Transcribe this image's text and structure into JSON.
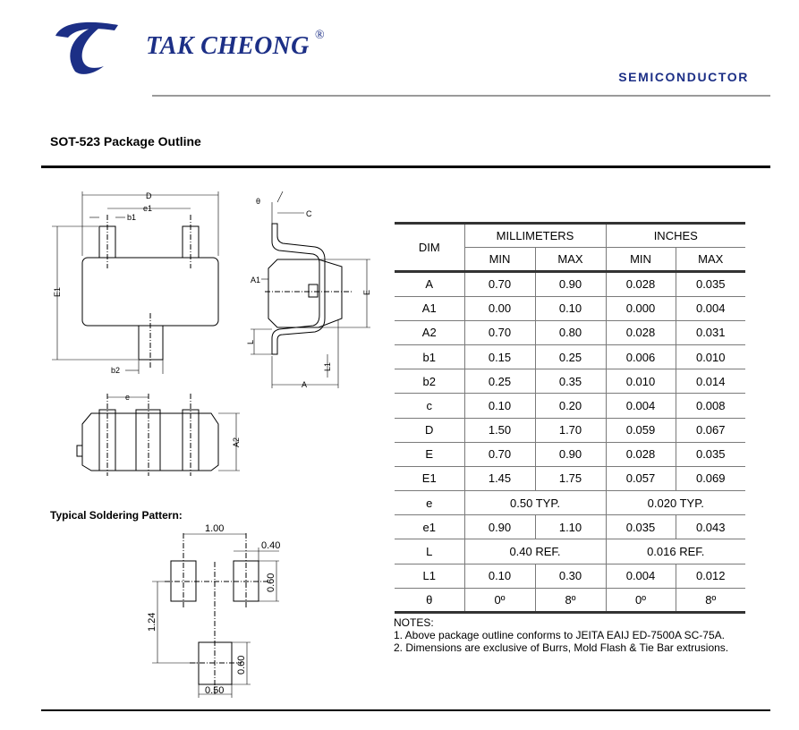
{
  "header": {
    "brand": "TAK CHEONG",
    "registered_mark": "®",
    "division": "SEMICONDUCTOR",
    "brand_color": "#1c2f86"
  },
  "document": {
    "title": "SOT-523 Package Outline"
  },
  "drawing_labels": {
    "D": "D",
    "e1": "e1",
    "b1": "b1",
    "b2": "b2",
    "E1": "E1",
    "theta": "θ",
    "C": "C",
    "A1": "A1",
    "E": "E",
    "L": "L",
    "L1": "L1",
    "A": "A",
    "e": "e",
    "A2": "A2"
  },
  "soldering": {
    "title": "Typical Soldering Pattern:",
    "dim_pitch": "1.00",
    "dim_pad_width": "0.40",
    "dim_pad_height_top": "0.60",
    "dim_span": "1.24",
    "dim_pad_height_bottom": "0.60",
    "dim_pad_bottom_width": "0.50"
  },
  "table": {
    "dim_header": "DIM",
    "group_mm": "MILLIMETERS",
    "group_in": "INCHES",
    "min_label": "MIN",
    "max_label": "MAX",
    "rows": [
      {
        "dim": "A",
        "mm_min": "0.70",
        "mm_max": "0.90",
        "in_min": "0.028",
        "in_max": "0.035"
      },
      {
        "dim": "A1",
        "mm_min": "0.00",
        "mm_max": "0.10",
        "in_min": "0.000",
        "in_max": "0.004"
      },
      {
        "dim": "A2",
        "mm_min": "0.70",
        "mm_max": "0.80",
        "in_min": "0.028",
        "in_max": "0.031"
      },
      {
        "dim": "b1",
        "mm_min": "0.15",
        "mm_max": "0.25",
        "in_min": "0.006",
        "in_max": "0.010"
      },
      {
        "dim": "b2",
        "mm_min": "0.25",
        "mm_max": "0.35",
        "in_min": "0.010",
        "in_max": "0.014"
      },
      {
        "dim": "c",
        "mm_min": "0.10",
        "mm_max": "0.20",
        "in_min": "0.004",
        "in_max": "0.008"
      },
      {
        "dim": "D",
        "mm_min": "1.50",
        "mm_max": "1.70",
        "in_min": "0.059",
        "in_max": "0.067"
      },
      {
        "dim": "E",
        "mm_min": "0.70",
        "mm_max": "0.90",
        "in_min": "0.028",
        "in_max": "0.035"
      },
      {
        "dim": "E1",
        "mm_min": "1.45",
        "mm_max": "1.75",
        "in_min": "0.057",
        "in_max": "0.069"
      },
      {
        "dim": "e",
        "mm_typ": "0.50 TYP.",
        "in_typ": "0.020 TYP."
      },
      {
        "dim": "e1",
        "mm_min": "0.90",
        "mm_max": "1.10",
        "in_min": "0.035",
        "in_max": "0.043"
      },
      {
        "dim": "L",
        "mm_typ": "0.40 REF.",
        "in_typ": "0.016 REF."
      },
      {
        "dim": "L1",
        "mm_min": "0.10",
        "mm_max": "0.30",
        "in_min": "0.004",
        "in_max": "0.012"
      },
      {
        "dim": "θ",
        "mm_min": "0º",
        "mm_max": "8º",
        "in_min": "0º",
        "in_max": "8º"
      }
    ]
  },
  "notes": {
    "heading": "NOTES:",
    "items": [
      "1. Above package outline conforms to JEITA EAIJ ED-7500A SC-75A.",
      "2. Dimensions are exclusive of Burrs, Mold Flash & Tie Bar extrusions."
    ]
  }
}
